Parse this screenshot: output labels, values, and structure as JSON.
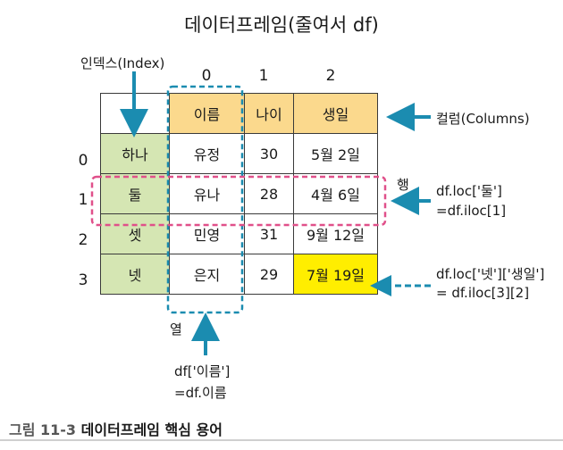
{
  "title": "데이터프레임(줄여서 df)",
  "index_label": "인덱스(Index)",
  "column_numbers": [
    "0",
    "1",
    "2"
  ],
  "row_numbers": [
    "0",
    "1",
    "2",
    "3"
  ],
  "table": {
    "headers": [
      "이름",
      "나이",
      "생일"
    ],
    "index": [
      "하나",
      "둘",
      "셋",
      "넷"
    ],
    "rows": [
      [
        "유정",
        "30",
        "5월 2일"
      ],
      [
        "유나",
        "28",
        "4월 6일"
      ],
      [
        "민영",
        "31",
        "9월 12일"
      ],
      [
        "은지",
        "29",
        "7월 19일"
      ]
    ]
  },
  "column_label": "컬럼(Columns)",
  "row_label": "행",
  "row_access": [
    "df.loc['둘']",
    "=df.iloc[1]"
  ],
  "cell_access": [
    "df.loc['넷']['생일']",
    "= df.iloc[3][2]"
  ],
  "col_label": "열",
  "col_access": [
    "df['이름']",
    "=df.이름"
  ],
  "caption": {
    "number": "그림 11-3",
    "text": "데이터프레임 핵심 용어"
  },
  "colors": {
    "header": "#fbd98d",
    "index": "#d5e6b3",
    "highlight": "#ffee00",
    "arrow": "#1b8cb0",
    "row_dash": "#e0508a",
    "col_dash": "#1b8cb0"
  }
}
